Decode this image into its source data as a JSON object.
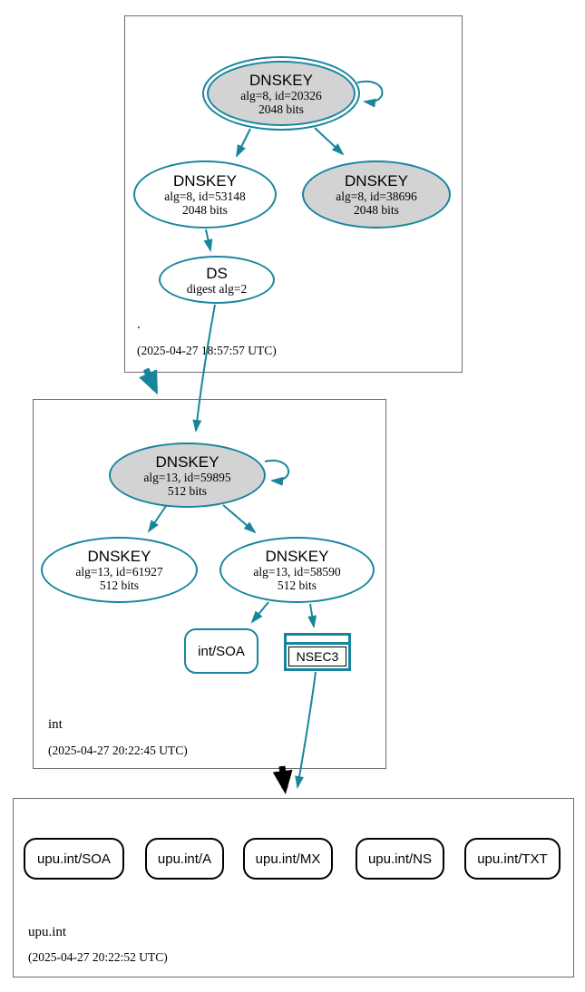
{
  "diagram": {
    "type": "dnssec-authentication-chain",
    "accent_color": "#17869d",
    "key_fill_color": "#d3d3d3",
    "zones": [
      {
        "name": ".",
        "timestamp": "(2025-04-27 18:57:57 UTC)",
        "ksk": {
          "title": "DNSKEY",
          "alg": "alg=8, id=20326",
          "bits": "2048 bits"
        },
        "zsk": {
          "title": "DNSKEY",
          "alg": "alg=8, id=53148",
          "bits": "2048 bits"
        },
        "standby_key": {
          "title": "DNSKEY",
          "alg": "alg=8, id=38696",
          "bits": "2048 bits"
        },
        "ds": {
          "title": "DS",
          "detail": "digest alg=2"
        }
      },
      {
        "name": "int",
        "timestamp": "(2025-04-27 20:22:45 UTC)",
        "ksk": {
          "title": "DNSKEY",
          "alg": "alg=13, id=59895",
          "bits": "512 bits"
        },
        "zsk1": {
          "title": "DNSKEY",
          "alg": "alg=13, id=61927",
          "bits": "512 bits"
        },
        "zsk2": {
          "title": "DNSKEY",
          "alg": "alg=13, id=58590",
          "bits": "512 bits"
        },
        "soa": {
          "label": "int/SOA"
        },
        "nsec3": {
          "label": "NSEC3"
        }
      },
      {
        "name": "upu.int",
        "timestamp": "(2025-04-27 20:22:52 UTC)",
        "rrsets": [
          {
            "label": "upu.int/SOA"
          },
          {
            "label": "upu.int/A"
          },
          {
            "label": "upu.int/MX"
          },
          {
            "label": "upu.int/NS"
          },
          {
            "label": "upu.int/TXT"
          }
        ]
      }
    ]
  }
}
